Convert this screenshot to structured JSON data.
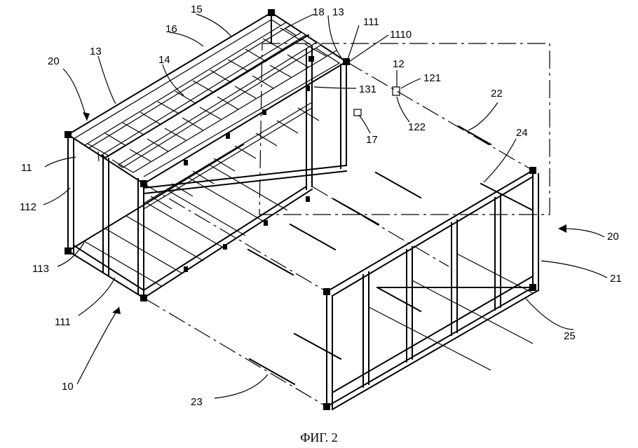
{
  "caption": "ФИГ. 2",
  "labels": {
    "l20a": "20",
    "l13a": "13",
    "l15": "15",
    "l16": "16",
    "l18": "18",
    "l13b": "13",
    "l111a": "111",
    "l1110": "1110",
    "l12": "12",
    "l121": "121",
    "l14": "14",
    "l131": "131",
    "l122": "122",
    "l22": "22",
    "l17": "17",
    "l24": "24",
    "l11": "11",
    "l112": "112",
    "l20b": "20",
    "l113": "113",
    "l21": "21",
    "l111b": "111",
    "l25": "25",
    "l10": "10",
    "l23": "23"
  }
}
